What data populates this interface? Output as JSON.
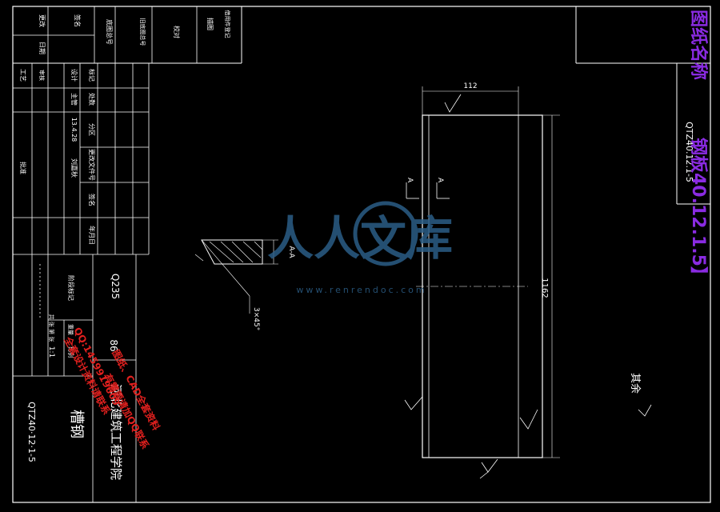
{
  "drawing": {
    "number_label": "图纸名称",
    "number_code": "QTZ40.12.1-5",
    "number_side": "钢板40.12.1.5】",
    "material": "Q235",
    "weight": "86",
    "scale": "1:1",
    "part_name": "槽钢",
    "company": "河北建筑工程学院",
    "part_code": "QTZ40·12·1-5",
    "roughness_note": "其余",
    "watermark_text": "人人文库",
    "watermark_url": "www.renrendoc.com",
    "dimensions": {
      "top_width": "112",
      "height": "1162",
      "chamfer": "3×45°",
      "section_mark_a": "A",
      "section_mark_b": "A",
      "section_label": "A-A"
    },
    "title_block": {
      "left_rows": [
        "更改",
        "签名",
        "日期"
      ],
      "left_header": [
        "底图总号",
        "旧底图总号",
        "借用件登记",
        "描图",
        "校对"
      ],
      "mid_rows": [
        "标记",
        "处数",
        "分区",
        "更改文件号",
        "签名",
        "年月日"
      ],
      "roles": [
        "工艺",
        "审核",
        "设计",
        "主管"
      ],
      "date": "13.4.28",
      "designer": "刘嘉秋",
      "approval": "批准",
      "stage_label": "阶段标记",
      "weight_label": "重量",
      "scale_label": "比例",
      "sheet_info": "共 张 第 张"
    },
    "promo": {
      "line1": "全套设计资料请联系",
      "line2": "QQ:1459919609",
      "line3": "图纸、CAD全套资料",
      "line4": "有需要请加QQ联系"
    }
  },
  "colors": {
    "line": "#ffffff",
    "accent": "#8a2be2",
    "promo": "#e0201e",
    "watermark": "#2b5d86"
  }
}
